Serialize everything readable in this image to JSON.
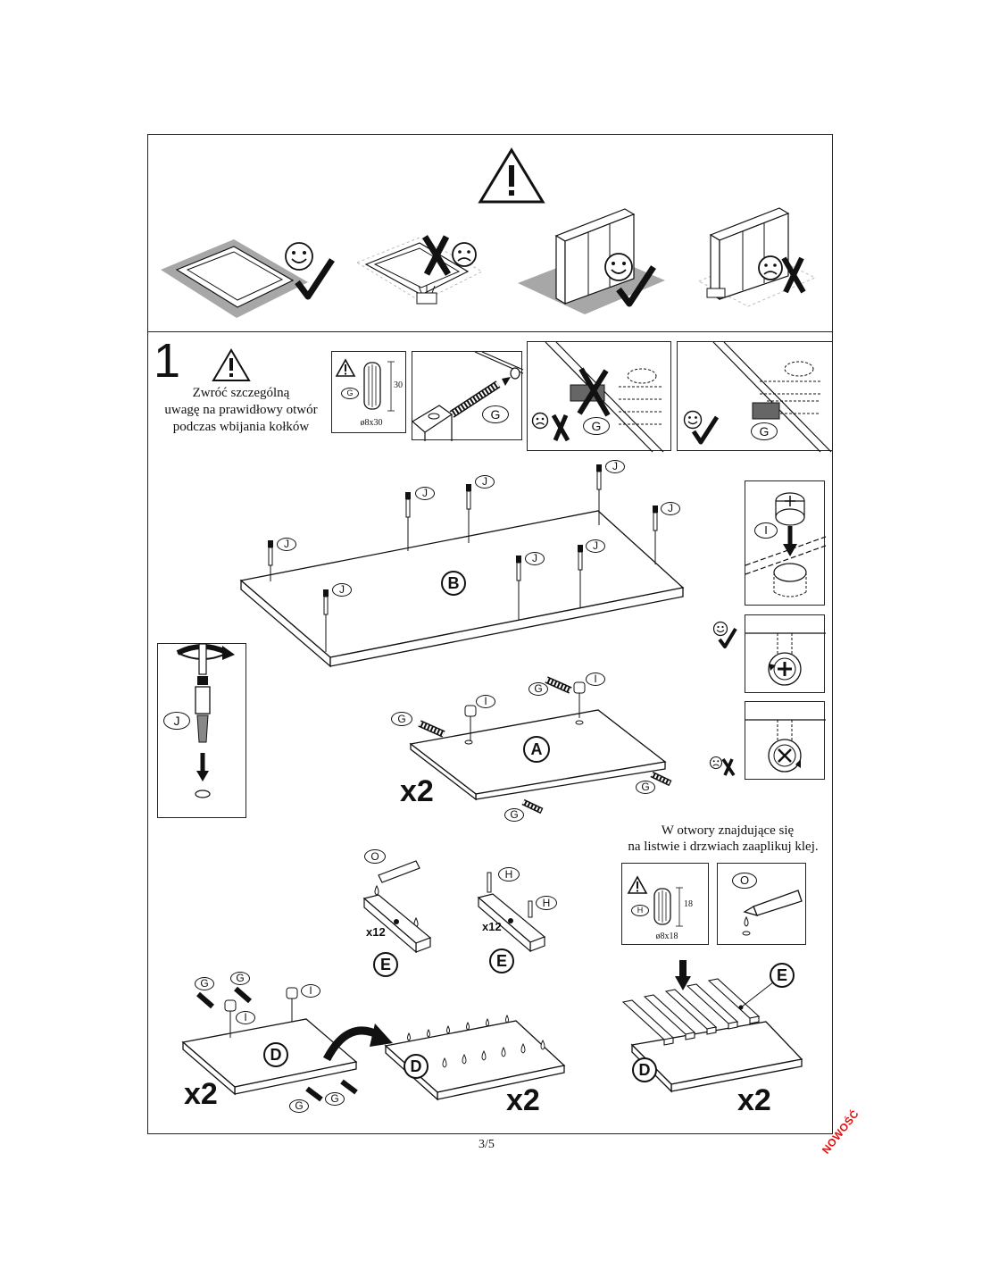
{
  "step": {
    "number": "1"
  },
  "notes": {
    "dowel_warning": [
      "Zwróć szczególną",
      "uwagę na prawidłowy otwór",
      "podczas wbijania kołków"
    ],
    "glue_instruction": [
      "W otwory znajdujące się",
      "na listwie i drzwiach zaaplikuj klej."
    ]
  },
  "parts": {
    "A": "A",
    "B": "B",
    "D": "D",
    "E": "E",
    "G": "G",
    "H": "H",
    "I": "I",
    "J": "J",
    "O": "O"
  },
  "quantities": {
    "x2": "x2",
    "x12": "x12"
  },
  "dimensions": {
    "dowel_g_diameter": "ø8x30",
    "dowel_g_length": "30",
    "dowel_h_diameter": "ø8x18",
    "dowel_h_length": "18"
  },
  "footer": {
    "page": "3/5"
  },
  "stamp": {
    "text": "NOWOŚĆ"
  },
  "colors": {
    "line": "#111111",
    "stamp": "#e01010",
    "mat": "#8a8a8a"
  },
  "icons": [
    "warning-triangle-icon",
    "smiley-happy-icon",
    "smiley-sad-icon",
    "checkmark-icon",
    "cross-icon",
    "rotate-arrow-icon",
    "down-arrow-icon",
    "glue-drop-icon"
  ]
}
